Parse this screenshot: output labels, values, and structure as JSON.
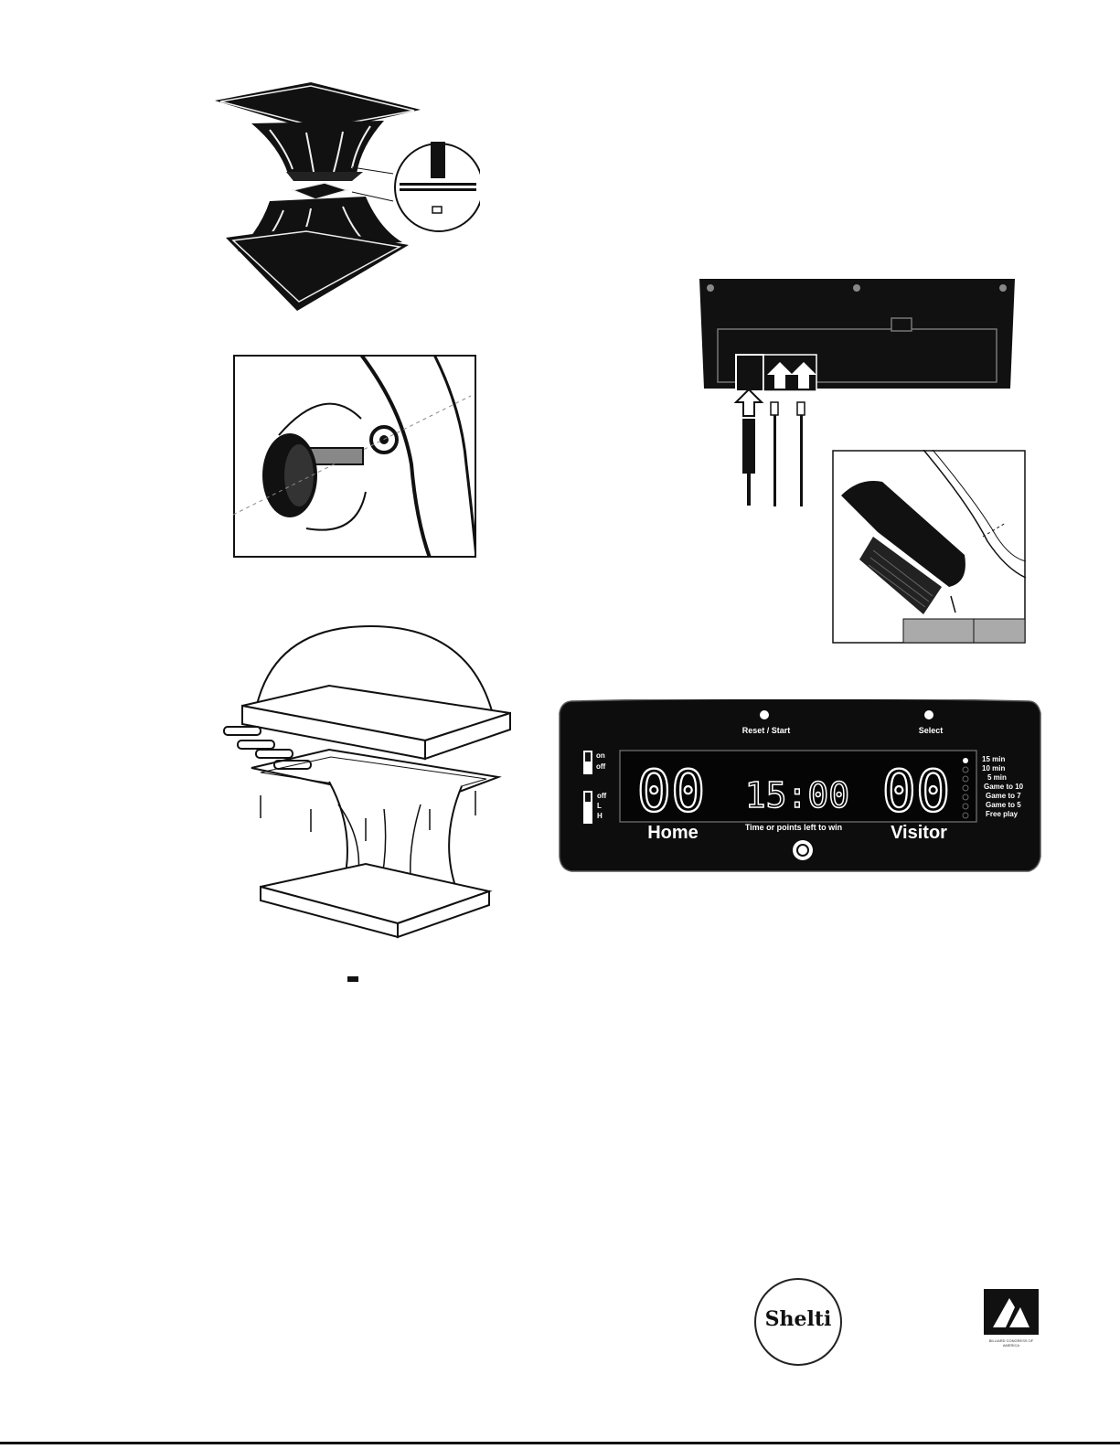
{
  "scoreboard": {
    "reset_label": "Reset / Start",
    "select_label": "Select",
    "power_on": "on",
    "power_off": "off",
    "volume_off": "off",
    "volume_l": "L",
    "volume_h": "H",
    "home_score": "00",
    "visitor_score": "00",
    "timer": "15:00",
    "home_label": "Home",
    "visitor_label": "Visitor",
    "center_caption": "Time or points left to win",
    "modes": [
      "15 min",
      "10 min",
      "5 min",
      "Game to 10",
      "Game to 7",
      "Game to 5",
      "Free play"
    ]
  },
  "logos": {
    "shelti": "Shelti",
    "bca": "BILLIARD CONGRESS OF AMERICA"
  },
  "colors": {
    "ink": "#111111",
    "panel": "#0d0d0d",
    "paper": "#ffffff"
  }
}
